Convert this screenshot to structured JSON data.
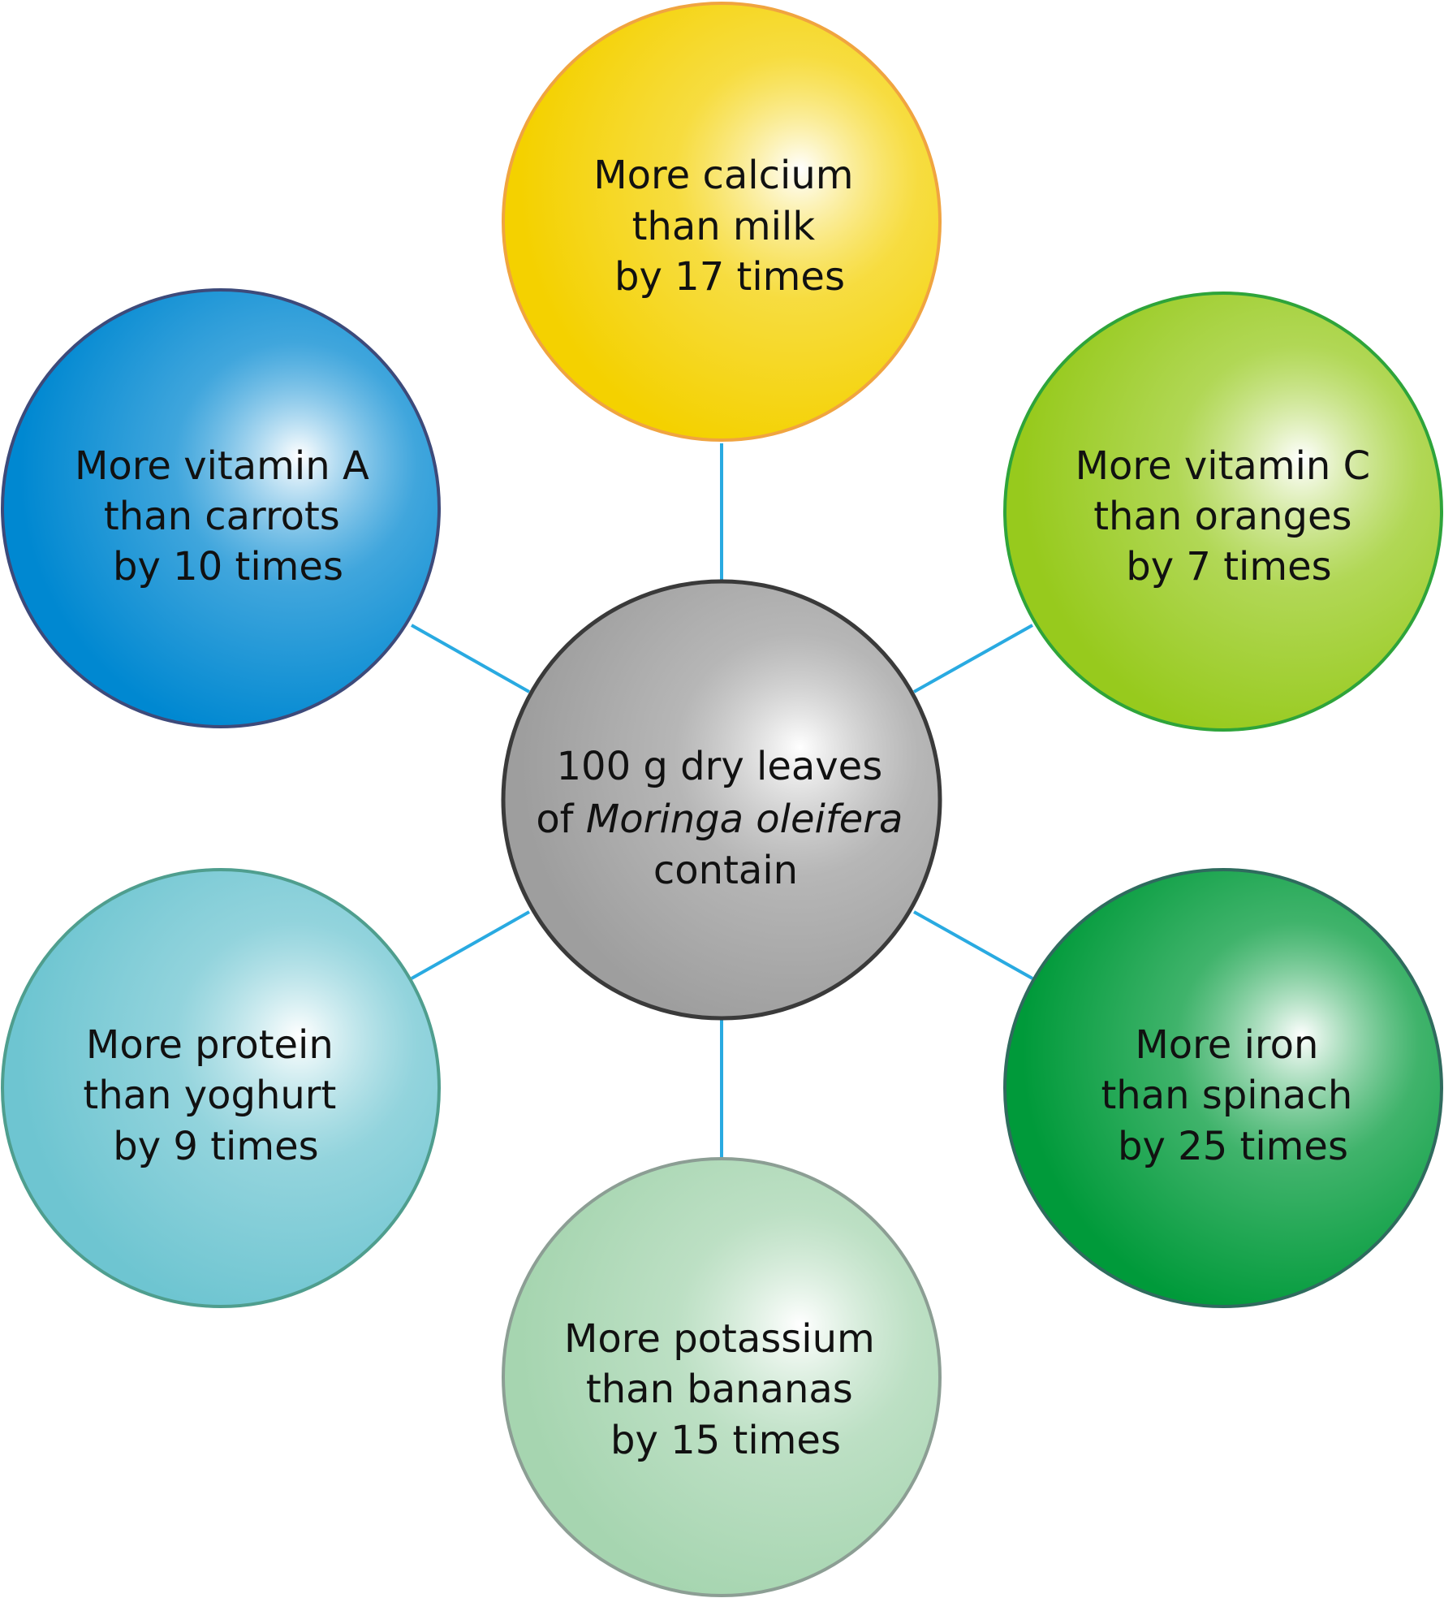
{
  "center": {
    "line1": "100 g dry leaves",
    "line2_prefix": "of ",
    "line2_italic": "Moringa oleifera",
    "line3": "contain",
    "fill_color": "#9e9e9e",
    "stroke_color": "#3a3a3a"
  },
  "nodes": [
    {
      "id": "calcium",
      "lines": [
        "More calcium",
        "than milk",
        "by 17 times"
      ],
      "fill_color": "#f4d100",
      "stroke_color": "#f0a440"
    },
    {
      "id": "vitamin-c",
      "lines": [
        "More vitamin C",
        "than oranges",
        "by 7 times"
      ],
      "fill_color": "#97ca1d",
      "stroke_color": "#2ea43a"
    },
    {
      "id": "iron",
      "lines": [
        "More iron",
        "than spinach",
        "by 25 times"
      ],
      "fill_color": "#009a3a",
      "stroke_color": "#2f6b5e"
    },
    {
      "id": "potassium",
      "lines": [
        "More potassium",
        "than bananas",
        "by 15 times"
      ],
      "fill_color": "#a6d5b0",
      "stroke_color": "#8c9e94"
    },
    {
      "id": "protein",
      "lines": [
        "More protein",
        "than yoghurt",
        "by 9 times"
      ],
      "fill_color": "#6ec5d1",
      "stroke_color": "#4f9e8e"
    },
    {
      "id": "vitamin-a",
      "lines": [
        "More vitamin A",
        "than carrots",
        "by 10 times"
      ],
      "fill_color": "#0088d1",
      "stroke_color": "#3d4a7a"
    }
  ],
  "connector_color": "#29aae1"
}
